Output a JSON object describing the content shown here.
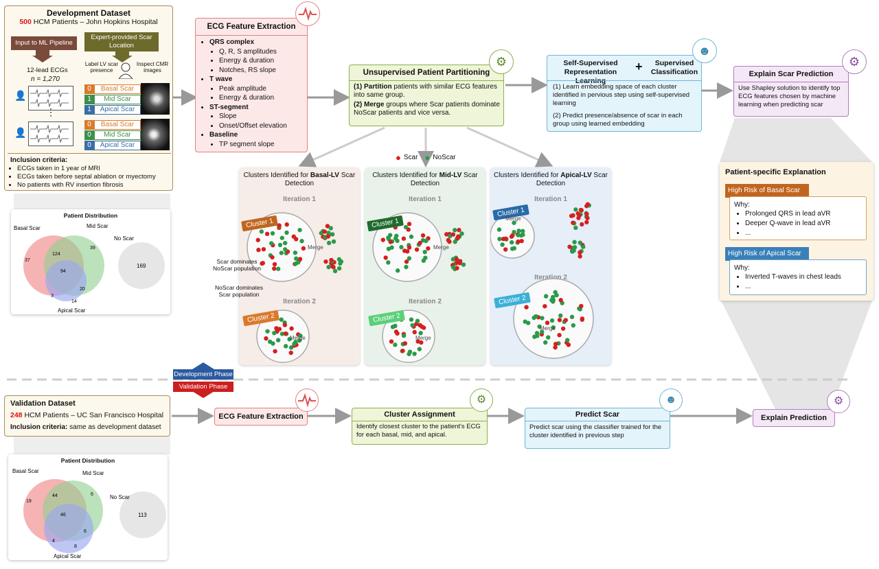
{
  "dev": {
    "title": "Development Dataset",
    "count": "500",
    "subtitle": "HCM Patients – John Hopkins Hospital",
    "input_btn": "Input to ML Pipeline",
    "expert_btn": "Expert-provided Scar Location",
    "ecg_label": "12-lead ECGs",
    "ecg_n": "n = 1,270",
    "label_lv": "Label LV scar presence",
    "inspect": "Inspect CMR images",
    "rows_a": [
      {
        "n": "0",
        "label": "Basal Scar",
        "color": "#d97a2b"
      },
      {
        "n": "1",
        "label": "Mid Scar",
        "color": "#3d8f4a"
      },
      {
        "n": "1",
        "label": "Apical Scar",
        "color": "#3a6ea5"
      }
    ],
    "rows_b": [
      {
        "n": "0",
        "label": "Basal Scar",
        "color": "#d97a2b"
      },
      {
        "n": "0",
        "label": "Mid Scar",
        "color": "#3d8f4a"
      },
      {
        "n": "0",
        "label": "Apical Scar",
        "color": "#3a6ea5"
      }
    ],
    "inclusion_title": "Inclusion criteria:",
    "inclusion": [
      "ECGs taken in 1 year of MRI",
      "ECGs taken before septal ablation or myectomy",
      "No patients with RV insertion fibrosis"
    ],
    "dist_title": "Patient Distribution",
    "venn": {
      "basal": "Basal Scar",
      "mid": "Mid Scar",
      "apical": "Apical Scar",
      "noscar": "No Scar",
      "b_only": "37",
      "bm": "124",
      "m_only": "39",
      "center": "94",
      "ma": "20",
      "ba": "3",
      "a_only": "14",
      "no": "169"
    }
  },
  "ecg": {
    "title": "ECG Feature Extraction",
    "groups": [
      {
        "name": "QRS complex",
        "items": [
          "Q, R, S amplitudes",
          "Energy & duration",
          "Notches, RS slope"
        ]
      },
      {
        "name": "T wave",
        "items": [
          "Peak amplitude",
          "Energy & duration"
        ]
      },
      {
        "name": "ST-segment",
        "items": [
          "Slope",
          "Onset/Offset elevation"
        ]
      },
      {
        "name": "Baseline",
        "items": [
          "TP segment slope"
        ]
      }
    ]
  },
  "unsup": {
    "title": "Unsupervised Patient Partitioning",
    "p1_num": "(1)",
    "p1_bold": "Partition",
    "p1_rest": "patients with similar ECG features into same group.",
    "p2_num": "(2)",
    "p2_bold": "Merge",
    "p2_rest": "groups where Scar patients dominate NoScar patients and vice versa."
  },
  "ssl": {
    "title_a": "Self-Supervised Representation Learning",
    "plus": "+",
    "title_b": "Supervised Classification",
    "items": [
      "(1)  Learn embedding space of each cluster identified in pervious step using self-supervised learning",
      "(2)  Predict presence/absence of scar in each group using learned embedding"
    ]
  },
  "explain": {
    "title": "Explain Scar Prediction",
    "text": "Use Shapley solution to identify top ECG features chosen by machine learning when predicting scar"
  },
  "legend": {
    "scar": "Scar",
    "noscar": "NoScar"
  },
  "clusters": [
    {
      "title_a": "Clusters Identified for ",
      "bold": "Basal-LV",
      "title_b": " Scar Detection",
      "it1": "Iteration 1",
      "it2": "Iteration 2",
      "c1": "Cluster 1",
      "c2": "Cluster 2",
      "merge": "Merge",
      "color": "#c0651f",
      "bg": "#f6ece8",
      "c2color": "#d97a2b"
    },
    {
      "title_a": "Clusters Identified for ",
      "bold": "Mid-LV",
      "title_b": " Scar Detection",
      "it1": "Iteration 1",
      "it2": "Iteration 2",
      "c1": "Cluster 1",
      "c2": "Cluster 2",
      "merge": "Merge",
      "color": "#1f6b2f",
      "bg": "#e9f2ea",
      "c2color": "#5bd07a"
    },
    {
      "title_a": "Clusters Identified for ",
      "bold": "Apical-LV",
      "title_b": " Scar Detection",
      "it1": "Iteration 1",
      "it2": "Iteration 2",
      "c1": "Cluster 1",
      "c2": "Cluster 2",
      "merge": "Merge",
      "color": "#2a6aa8",
      "bg": "#e6eef8",
      "c2color": "#3bb0d8"
    }
  ],
  "annot": {
    "a1": "Scar dominates NoScar population",
    "a2": "NoScar dominates Scar population"
  },
  "pse": {
    "title": "Patient-specific Explanation",
    "basal_tag": "High Risk of Basal Scar",
    "why": "Why:",
    "basal_items": [
      "Prolonged QRS in lead aVR",
      "Deeper Q-wave in lead aVR",
      "..."
    ],
    "apical_tag": "High Risk of Apical Scar",
    "apical_items": [
      "Inverted T-waves in chest leads",
      "..."
    ]
  },
  "phase": {
    "dev": "Development Phase",
    "val": "Validation Phase"
  },
  "val": {
    "title": "Validation Dataset",
    "count": "248",
    "subtitle": "HCM Patients – UC San Francisco Hospital",
    "incl_bold": "Inclusion criteria:",
    "incl_rest": "same as development dataset",
    "dist_title": "Patient Distribution",
    "venn": {
      "basal": "Basal Scar",
      "mid": "Mid Scar",
      "apical": "Apical Scar",
      "noscar": "No Scar",
      "b_only": "19",
      "bm": "44",
      "m_only": "6",
      "center": "46",
      "ma": "6",
      "ba": "4",
      "a_only": "8",
      "no": "113"
    }
  },
  "val_ecg": {
    "title": "ECG Feature Extraction"
  },
  "assign": {
    "title": "Cluster Assignment",
    "text": "Identify closest cluster to the patient's ECG for each basal, mid, and apical."
  },
  "predict": {
    "title": "Predict Scar",
    "text": "Predict scar using the classifier trained for the cluster identified in previous step"
  },
  "explain_pred": {
    "title": "Explain Prediction"
  }
}
